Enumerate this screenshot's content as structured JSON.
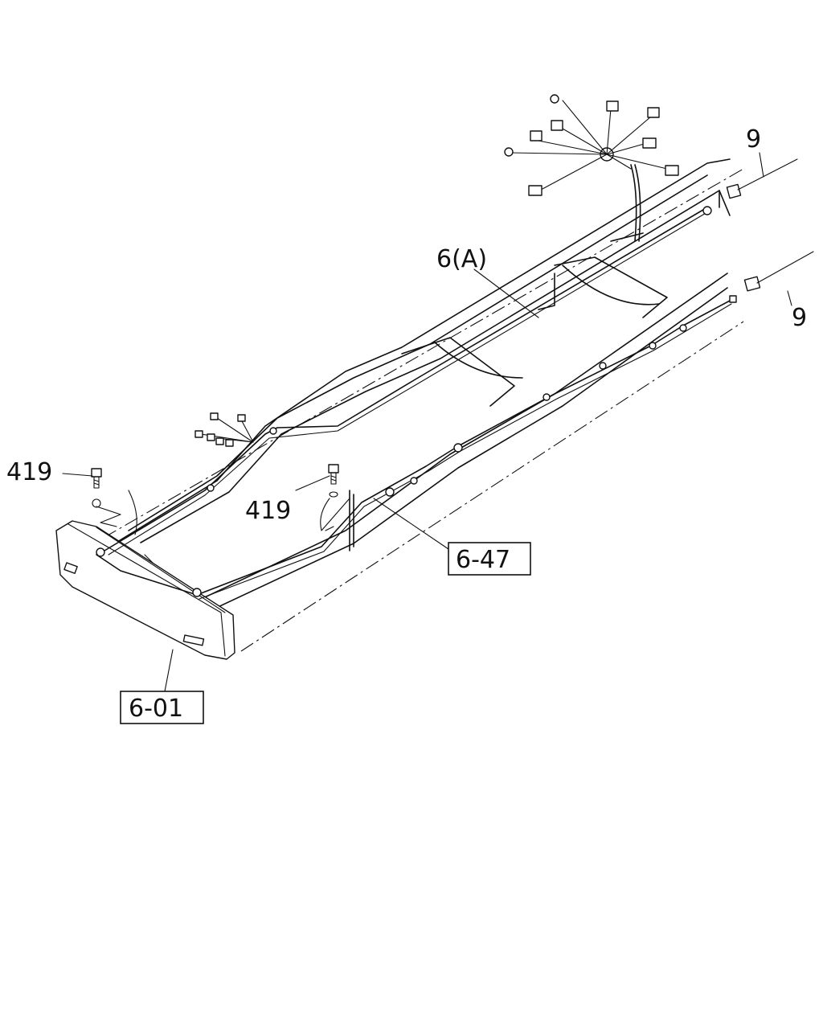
{
  "labels": {
    "bolt_left": "419",
    "bolt_center": "419",
    "main_harness": "6(A)",
    "grommet_top": "9",
    "grommet_right": "9",
    "ref_box_center": "6-47",
    "ref_box_front": "6-01"
  }
}
